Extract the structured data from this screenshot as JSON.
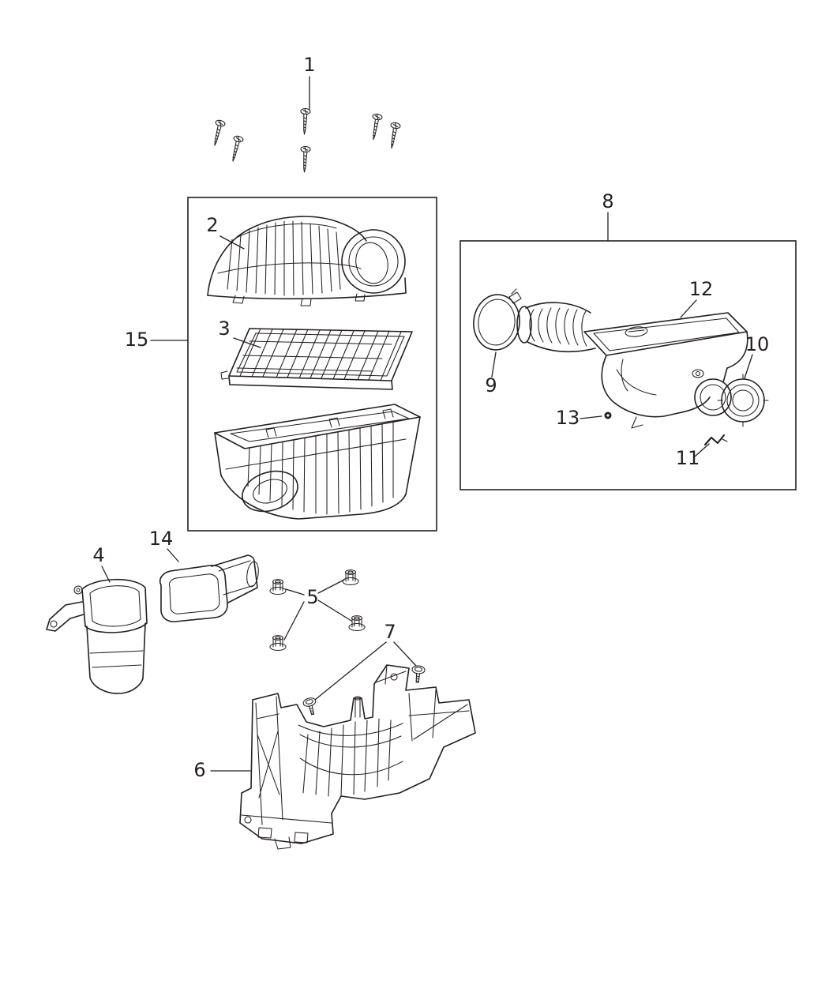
{
  "callouts": {
    "c1": "1",
    "c2": "2",
    "c3": "3",
    "c4": "4",
    "c5": "5",
    "c6": "6",
    "c7": "7",
    "c8": "8",
    "c9": "9",
    "c10": "10",
    "c11": "11",
    "c12": "12",
    "c13": "13",
    "c14": "14",
    "c15": "15"
  },
  "colors": {
    "ink": "#231f20",
    "background": "#ffffff"
  }
}
